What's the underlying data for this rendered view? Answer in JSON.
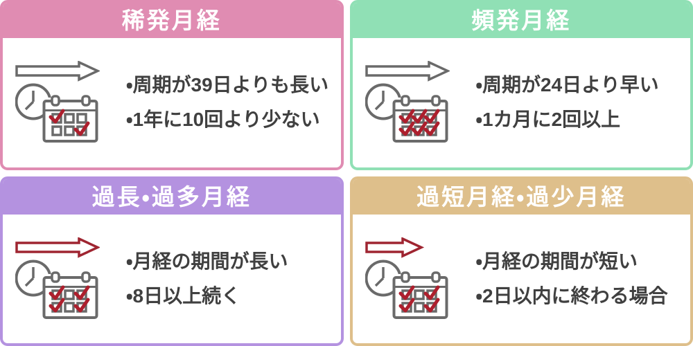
{
  "page": {
    "background": "#ffffff"
  },
  "colors": {
    "icon_gray": "#6a6a6a",
    "icon_red": "#9f2531",
    "check_red": "#ad1f2d",
    "body_text": "#404040",
    "header_text": "#ffffff"
  },
  "cards": [
    {
      "id": "infrequent-menstruation",
      "title": "稀発月経",
      "color": "#e08cb2",
      "arrow": {
        "length": "long",
        "color": "#6a6a6a"
      },
      "calendar_checked_cells": [
        0,
        5
      ],
      "bullets": [
        "・周期が39日よりも長い",
        "・1年に10回より少ない"
      ]
    },
    {
      "id": "frequent-menstruation",
      "title": "頻発月経",
      "color": "#90e0b5",
      "arrow": {
        "length": "long",
        "color": "#6a6a6a"
      },
      "calendar_checked_cells": [
        0,
        1,
        2,
        3,
        4,
        5
      ],
      "bullets": [
        "・周期が24日より早い",
        "・1カ月に2回以上"
      ]
    },
    {
      "id": "prolonged-heavy-menstruation",
      "title": "過長・過多月経",
      "color": "#b492e0",
      "arrow": {
        "length": "long",
        "color": "#9f2531"
      },
      "calendar_checked_cells": [
        0,
        2,
        3,
        5
      ],
      "bullets": [
        "・月経の期間が長い",
        "・8日以上続く"
      ]
    },
    {
      "id": "short-scanty-menstruation",
      "title": "過短月経・過少月経",
      "color": "#debf8b",
      "arrow": {
        "length": "short",
        "color": "#9f2531"
      },
      "calendar_checked_cells": [
        0,
        2,
        3,
        5
      ],
      "bullets": [
        "・月経の期間が短い",
        "・2日以内に終わる場合"
      ]
    }
  ]
}
